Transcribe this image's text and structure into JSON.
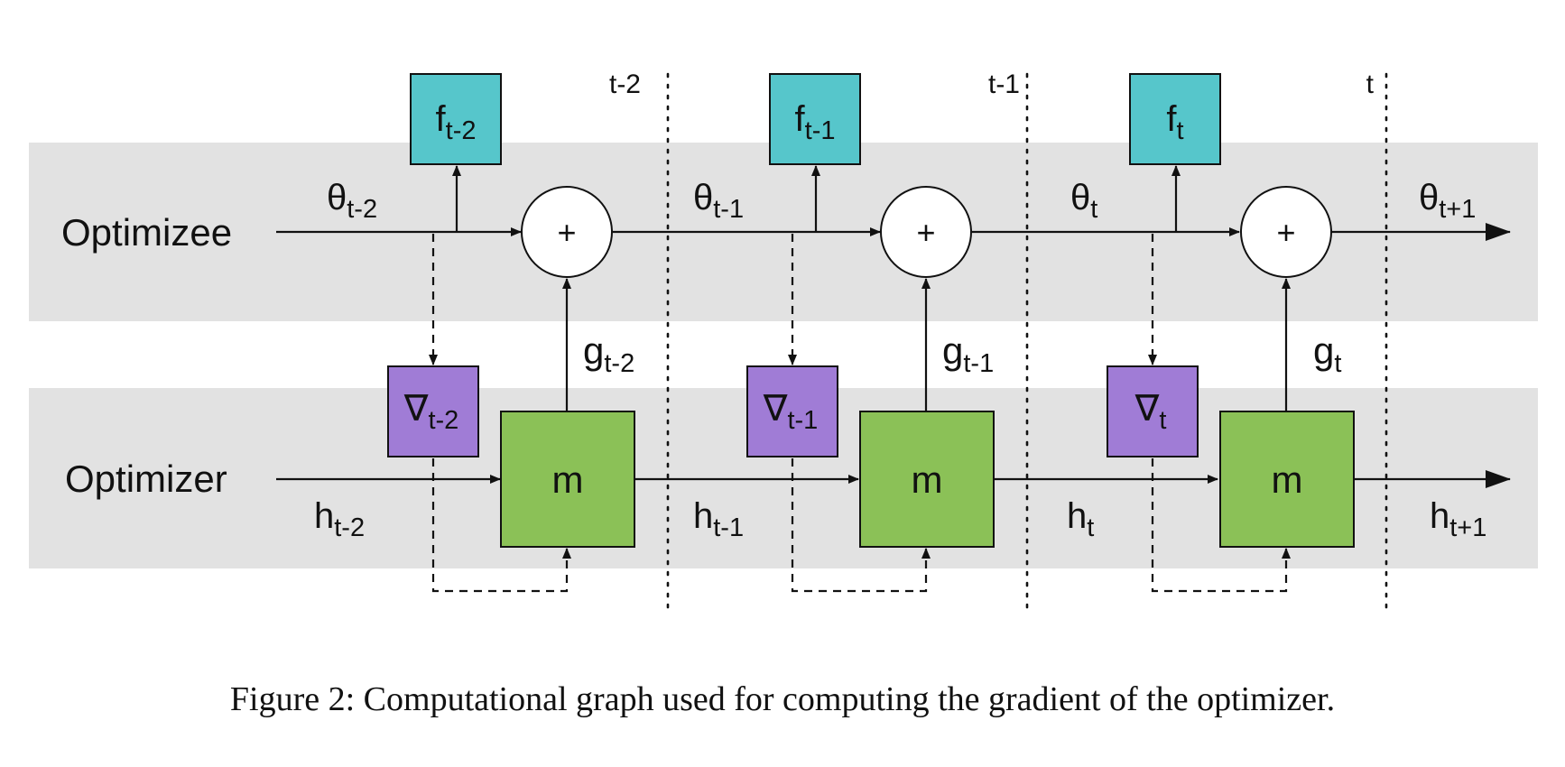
{
  "diagram": {
    "bands": [
      {
        "id": "optimizee",
        "label": "Optimizee"
      },
      {
        "id": "optimizer",
        "label": "Optimizer"
      }
    ],
    "steps": [
      {
        "time": "t-2",
        "f_base": "f",
        "f_sub": "t-2",
        "grad_base": "∇",
        "grad_sub": "t-2",
        "model": "m",
        "sum": "+",
        "g_base": "g",
        "g_sub": "t-2"
      },
      {
        "time": "t-1",
        "f_base": "f",
        "f_sub": "t-1",
        "grad_base": "∇",
        "grad_sub": "t-1",
        "model": "m",
        "sum": "+",
        "g_base": "g",
        "g_sub": "t-1"
      },
      {
        "time": "t",
        "f_base": "f",
        "f_sub": "t",
        "grad_base": "∇",
        "grad_sub": "t",
        "model": "m",
        "sum": "+",
        "g_base": "g",
        "g_sub": "t"
      }
    ],
    "theta_labels": [
      {
        "base": "θ",
        "sub": "t-2"
      },
      {
        "base": "θ",
        "sub": "t-1"
      },
      {
        "base": "θ",
        "sub": "t"
      },
      {
        "base": "θ",
        "sub": "t+1"
      }
    ],
    "h_labels": [
      {
        "base": "h",
        "sub": "t-2"
      },
      {
        "base": "h",
        "sub": "t-1"
      },
      {
        "base": "h",
        "sub": "t"
      },
      {
        "base": "h",
        "sub": "t+1"
      }
    ],
    "colors": {
      "band": "#e2e2e2",
      "f_box": "#56c6cb",
      "grad_box": "#a07cd6",
      "model_box": "#8bc157",
      "sum_node": "#ffffff",
      "stroke": "#111111"
    }
  },
  "caption": "Figure 2: Computational graph used for computing the gradient of the optimizer."
}
